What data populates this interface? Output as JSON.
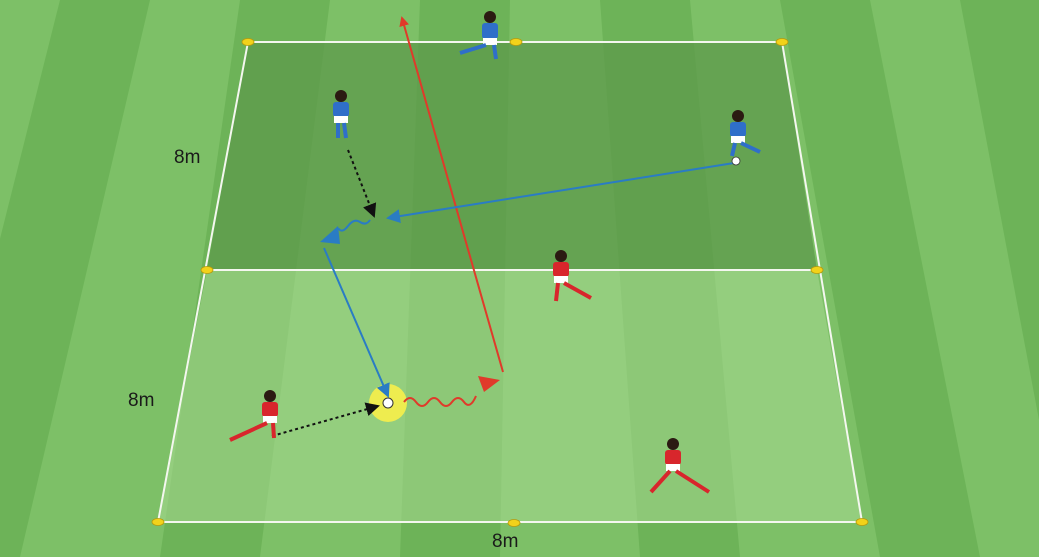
{
  "dimensions": {
    "upper_left": "8m",
    "lower_left": "8m",
    "bottom": "8m"
  },
  "colors": {
    "grass_light": "#7dc067",
    "grass_dark": "#6db358",
    "zone_upper": "#5e9a4b",
    "zone_lower": "#9fd288",
    "cone": "#f2d21a",
    "blue_team": "#2f6fc9",
    "red_team": "#d8262c",
    "pass_blue": "#2a7cc4",
    "run_red": "#e03a2a",
    "movement_black": "#111111",
    "ball_highlight": "#f7ef4a"
  },
  "players": {
    "blue": [
      "player-blue-top-center",
      "player-blue-upper-left",
      "player-blue-upper-right"
    ],
    "red": [
      "player-red-middle",
      "player-red-lower-left",
      "player-red-lower-right"
    ]
  }
}
